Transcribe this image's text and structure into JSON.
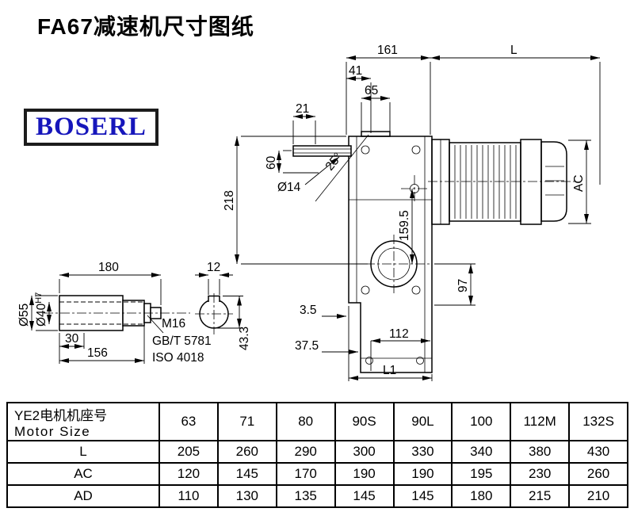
{
  "page": {
    "title": "FA67减速机尺寸图纸",
    "logo_text": "BOSERL"
  },
  "colors": {
    "drawing_line": "#000000",
    "logo_text_color": "#1616bb",
    "logo_border_color": "#1c1c1c"
  },
  "main_view": {
    "dim_161": "161",
    "dim_L": "L",
    "dim_41": "41",
    "dim_65": "65",
    "dim_21": "21",
    "dim_60": "60",
    "dim_dia14": "Ø14",
    "dim_25deg": "25°",
    "dim_218": "218",
    "dim_159_5": "159.5",
    "dim_AC": "AC",
    "dim_97": "97",
    "dim_3_5": "3.5",
    "dim_37_5": "37.5",
    "dim_112": "112",
    "dim_L1": "L1"
  },
  "shaft_view": {
    "dim_180": "180",
    "dim_12": "12",
    "dim_dia55": "Ø55",
    "dim_dia40": "Ø40",
    "dim_dia40_tol": "H7",
    "dim_30": "30",
    "dim_156": "156",
    "dim_43_3": "43.3",
    "note_m16": "M16",
    "note_gb": "GB/T 5781",
    "note_iso": "ISO 4018"
  },
  "table": {
    "header_cn": "YE2电机机座号",
    "header_en": "Motor Size",
    "columns": [
      "63",
      "71",
      "80",
      "90S",
      "90L",
      "100",
      "112M",
      "132S"
    ],
    "rows": [
      {
        "label": "L",
        "values": [
          "205",
          "260",
          "290",
          "300",
          "330",
          "340",
          "380",
          "430"
        ]
      },
      {
        "label": "AC",
        "values": [
          "120",
          "145",
          "170",
          "190",
          "190",
          "195",
          "230",
          "260"
        ]
      },
      {
        "label": "AD",
        "values": [
          "110",
          "130",
          "135",
          "145",
          "145",
          "180",
          "215",
          "210"
        ]
      }
    ]
  }
}
